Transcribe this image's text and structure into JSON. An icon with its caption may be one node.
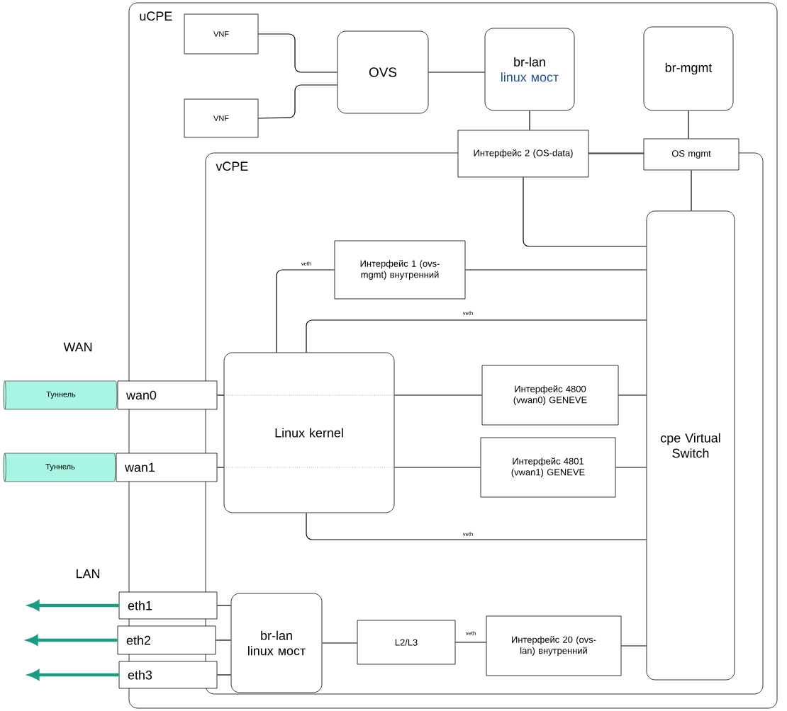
{
  "diagram": {
    "nodes": [
      {
        "text": [
          "uCPE"
        ]
      },
      {
        "text": [
          "VNF"
        ],
        "in": 0
      },
      {
        "text": [
          "VNF"
        ],
        "in": 0
      },
      {
        "text": [
          "OVS"
        ],
        "in": 0
      },
      {
        "text": [
          "br-lan",
          "linux мост"
        ],
        "in": 0
      },
      {
        "text": [
          "br-mgmt"
        ],
        "in": 0
      },
      {
        "text": [
          "vCPE"
        ],
        "in": 0
      },
      {
        "text": [
          "Интерфейс 2 (OS-data)"
        ],
        "in": 0
      },
      {
        "text": [
          "OS mgmt"
        ],
        "in": 0
      },
      {
        "text": [
          "cpe Virtual Switch"
        ],
        "in": 6
      },
      {
        "text": [
          "Интерфейс 1 (ovs-mgmt) внутренний"
        ],
        "in": 6
      },
      {
        "text": [
          "Linux kernel"
        ],
        "in": 6
      },
      {
        "text": [
          "Интерфейс 4800 (vwan0) GENEVE"
        ],
        "in": 6
      },
      {
        "text": [
          "Интерфейс 4801 (vwan1) GENEVE"
        ],
        "in": 6
      },
      {
        "text": [
          "Туннель"
        ]
      },
      {
        "text": [
          "wan0"
        ]
      },
      {
        "text": [
          "Туннель"
        ]
      },
      {
        "text": [
          "wan1"
        ]
      },
      {
        "text": [
          "eth1"
        ]
      },
      {
        "text": [
          "eth2"
        ]
      },
      {
        "text": [
          "eth3"
        ]
      },
      {
        "text": [
          "br-lan linux мост"
        ],
        "in": 6
      },
      {
        "text": [
          "L2/L3"
        ],
        "in": 6
      },
      {
        "text": [
          "Интерфейс 20 (ovs-lan) внутренний"
        ],
        "in": 6
      }
    ],
    "edges": [
      {
        "from": 1,
        "to": 3,
        "arrow": "none"
      },
      {
        "from": 2,
        "to": 3,
        "arrow": "none"
      },
      {
        "from": 3,
        "to": 4,
        "arrow": "none"
      },
      {
        "from": 4,
        "to": 7,
        "arrow": "none"
      },
      {
        "from": 5,
        "to": 8,
        "arrow": "none"
      },
      {
        "from": 7,
        "to": 8,
        "arrow": "none"
      },
      {
        "from": 7,
        "to": 9,
        "arrow": "none"
      },
      {
        "from": 10,
        "to": 9,
        "arrow": "none"
      },
      {
        "from": 8,
        "to": 9,
        "arrow": "none"
      },
      {
        "from": 11,
        "to": 10,
        "arrow": "none",
        "label": "veth"
      },
      {
        "from": 11,
        "to": 9,
        "arrow": "none",
        "label": "veth"
      },
      {
        "from": 11,
        "to": 12,
        "arrow": "none"
      },
      {
        "from": 12,
        "to": 9,
        "arrow": "none"
      },
      {
        "from": 11,
        "to": 13,
        "arrow": "none"
      },
      {
        "from": 13,
        "to": 9,
        "arrow": "none"
      },
      {
        "from": 11,
        "to": 9,
        "arrow": "none",
        "label": "veth"
      },
      {
        "from": 15,
        "to": 11,
        "arrow": "none"
      },
      {
        "from": 17,
        "to": 11,
        "arrow": "none"
      },
      {
        "from": 18,
        "to": 21,
        "arrow": "none"
      },
      {
        "from": 19,
        "to": 21,
        "arrow": "none"
      },
      {
        "from": 20,
        "to": 21,
        "arrow": "none"
      },
      {
        "from": 21,
        "to": 22,
        "arrow": "none"
      },
      {
        "from": 22,
        "to": 23,
        "arrow": "none",
        "label": "veth"
      },
      {
        "from": 23,
        "to": 9,
        "arrow": "none"
      },
      {
        "from": 18,
        "to": null,
        "arrow": "to",
        "style": "thick",
        "color": "#1a9c80"
      },
      {
        "from": 19,
        "to": null,
        "arrow": "to",
        "style": "thick",
        "color": "#1a9c80"
      },
      {
        "from": 20,
        "to": null,
        "arrow": "to",
        "style": "thick",
        "color": "#1a9c80"
      }
    ],
    "labels": [
      "WAN",
      "LAN"
    ]
  }
}
